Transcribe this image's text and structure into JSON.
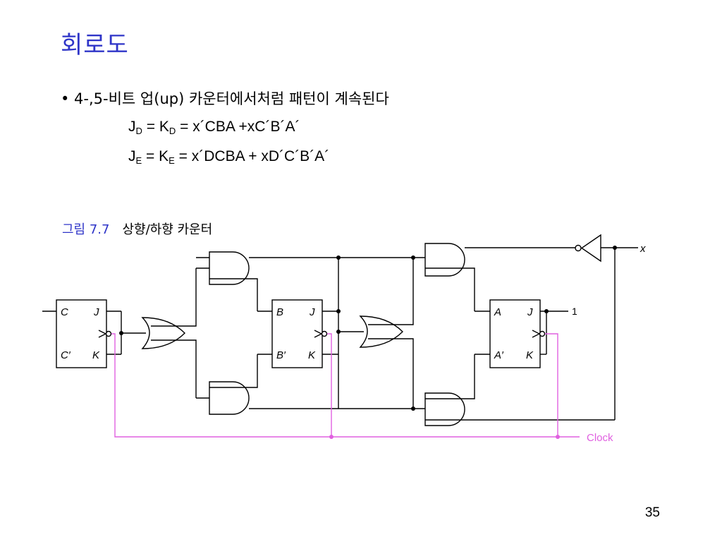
{
  "slide": {
    "title": "회로도",
    "bullet": "• 4-,5-비트 업(up) 카운터에서처럼 패턴이 계속된다",
    "eq1": {
      "j": "J",
      "k": "K",
      "sub": "D",
      "rhs": "= x´CBA +xC´B´A´"
    },
    "eq2": {
      "j": "J",
      "k": "K",
      "sub": "E",
      "rhs": "= x´DCBA + xD´C´B´A´"
    },
    "equals": "=",
    "figure_number": "그림 7.7",
    "figure_caption": "상향/하향 카운터",
    "page_number": "35"
  },
  "diagram": {
    "ff1": {
      "q": "C",
      "qn": "C′",
      "j": "J",
      "k": "K"
    },
    "ff2": {
      "q": "B",
      "qn": "B′",
      "j": "J",
      "k": "K"
    },
    "ff3": {
      "q": "A",
      "qn": "A′",
      "j": "J",
      "k": "K"
    },
    "input_label": "x",
    "constant_label": "1",
    "clock_label": "Clock",
    "colors": {
      "title": "#2f35c8",
      "clock_wire": "#e060e0",
      "wire": "#000000"
    }
  }
}
